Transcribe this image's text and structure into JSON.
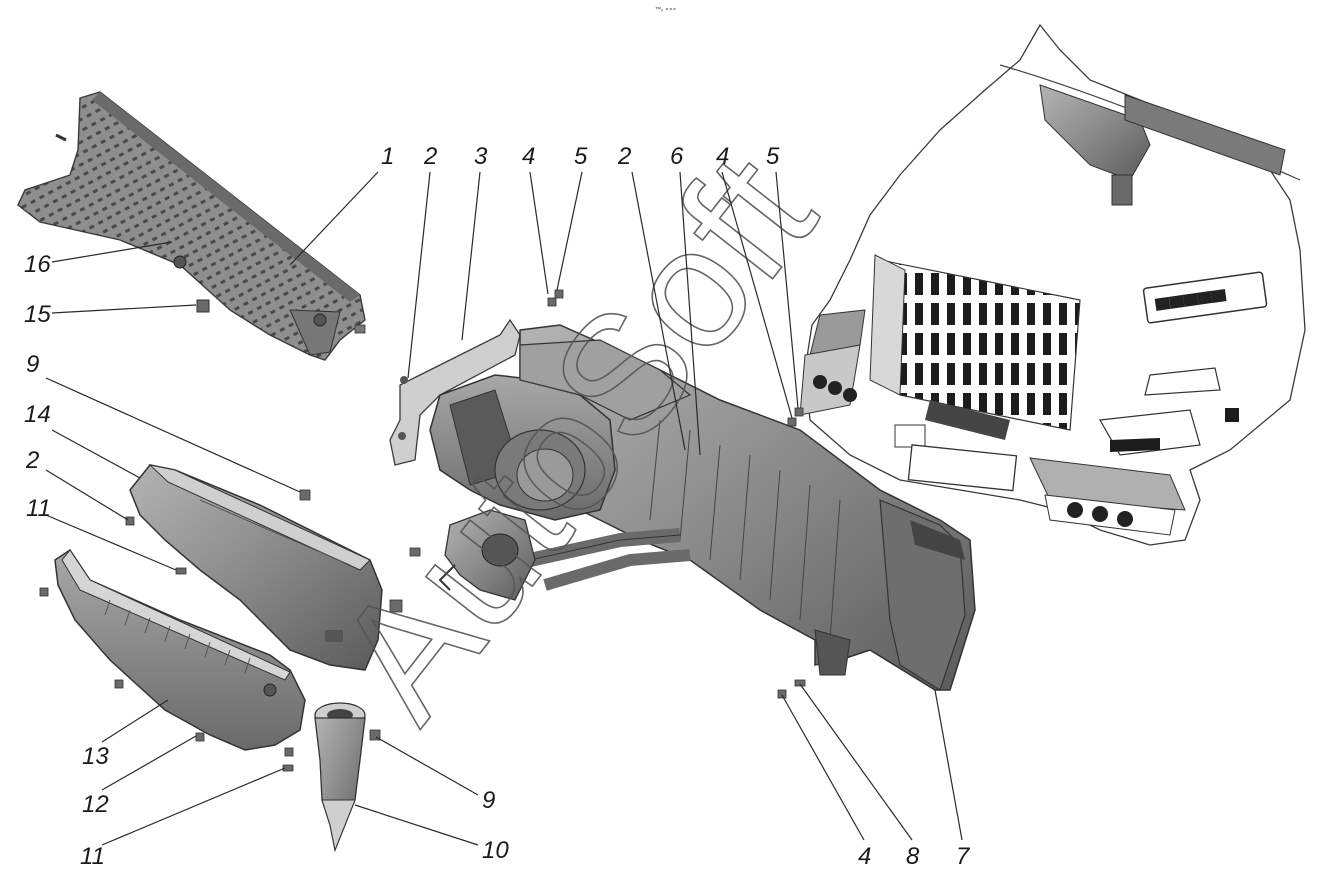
{
  "top_caption": "™₀ ∘∘∘",
  "watermark": "AutoSoft",
  "callouts": [
    {
      "id": "c1",
      "label": "1"
    },
    {
      "id": "c2a",
      "label": "2"
    },
    {
      "id": "c3",
      "label": "3"
    },
    {
      "id": "c4a",
      "label": "4"
    },
    {
      "id": "c5a",
      "label": "5"
    },
    {
      "id": "c2b",
      "label": "2"
    },
    {
      "id": "c6",
      "label": "6"
    },
    {
      "id": "c4b",
      "label": "4"
    },
    {
      "id": "c5b",
      "label": "5"
    },
    {
      "id": "c16",
      "label": "16"
    },
    {
      "id": "c15",
      "label": "15"
    },
    {
      "id": "c9a",
      "label": "9"
    },
    {
      "id": "c14",
      "label": "14"
    },
    {
      "id": "c2c",
      "label": "2"
    },
    {
      "id": "c11a",
      "label": "11"
    },
    {
      "id": "c13",
      "label": "13"
    },
    {
      "id": "c12",
      "label": "12"
    },
    {
      "id": "c11b",
      "label": "11"
    },
    {
      "id": "c9b",
      "label": "9"
    },
    {
      "id": "c10",
      "label": "10"
    },
    {
      "id": "c4c",
      "label": "4"
    },
    {
      "id": "c8",
      "label": "8"
    },
    {
      "id": "c7",
      "label": "7"
    }
  ],
  "colors": {
    "part_fill": "#8d8d8d",
    "part_dark": "#5e5e5e",
    "part_light": "#b9b9b9",
    "line": "#2a2a2a"
  }
}
